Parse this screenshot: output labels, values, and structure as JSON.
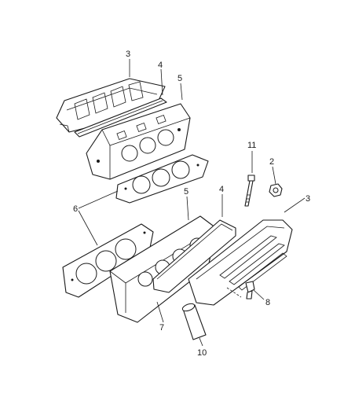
{
  "callouts": [
    {
      "id": "c3-top",
      "label": "3"
    },
    {
      "id": "c4-top",
      "label": "4"
    },
    {
      "id": "c5-top",
      "label": "5"
    },
    {
      "id": "c11",
      "label": "11"
    },
    {
      "id": "c2",
      "label": "2"
    },
    {
      "id": "c6",
      "label": "6"
    },
    {
      "id": "c5-bottom",
      "label": "5"
    },
    {
      "id": "c4-bottom",
      "label": "4"
    },
    {
      "id": "c3-bottom",
      "label": "3"
    },
    {
      "id": "c8",
      "label": "8"
    },
    {
      "id": "c7",
      "label": "7"
    },
    {
      "id": "c10",
      "label": "10"
    }
  ]
}
